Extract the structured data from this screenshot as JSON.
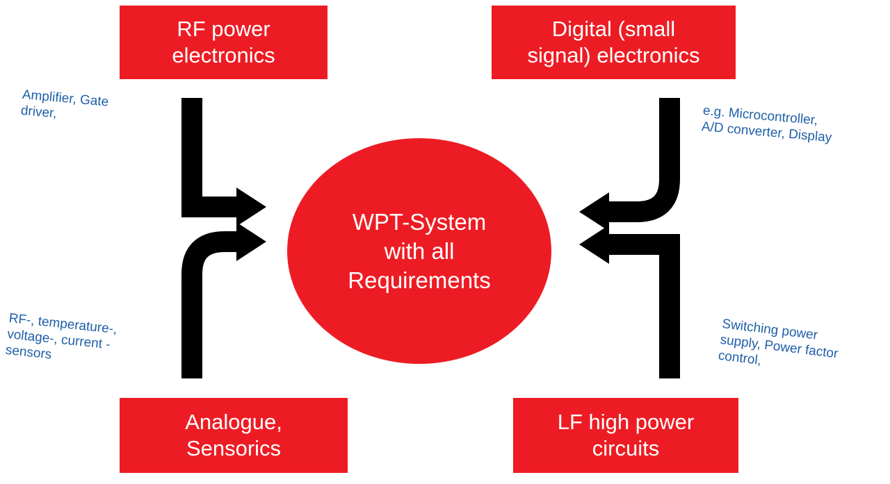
{
  "boxes": {
    "rf": "RF power\nelectronics",
    "digital": "Digital (small\nsignal) electronics",
    "analogue": "Analogue,\nSensorics",
    "lf": "LF high power\ncircuits"
  },
  "center": "WPT-System\nwith all\nRequirements",
  "notes": {
    "rf": "Amplifier, Gate\ndriver,",
    "digital": "e.g. Microcontroller,\nA/D converter, Display",
    "analogue": "RF-, temperature-,\nvoltage-, current -\nsensors",
    "lf": "Switching power\nsupply, Power factor\ncontrol,"
  },
  "colors": {
    "box_fill": "#ed1c24",
    "box_text": "#ffffff",
    "note_text": "#1f5fa8",
    "arrow": "#000000"
  }
}
